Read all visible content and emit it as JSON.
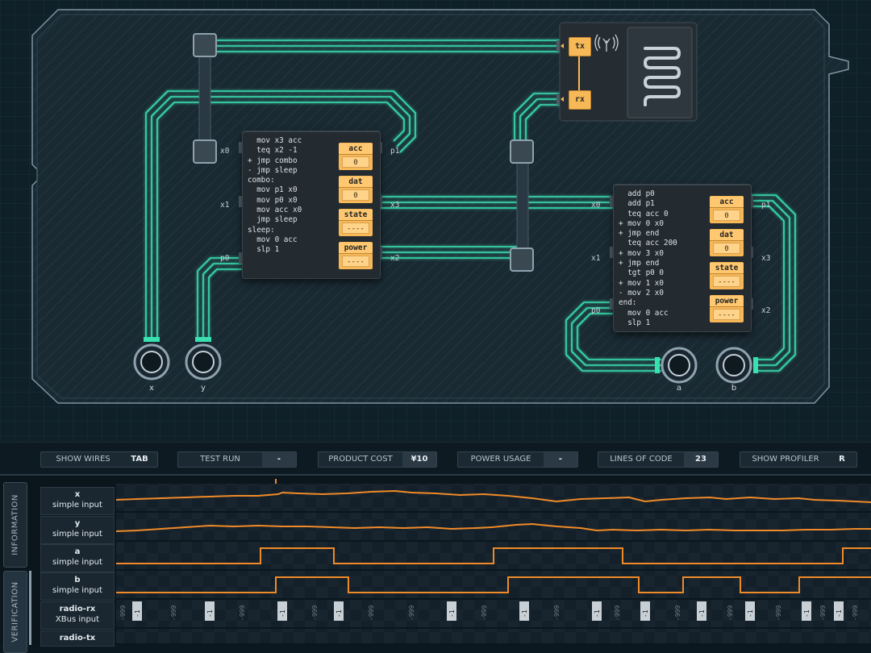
{
  "chips": {
    "left": {
      "code": [
        "  mov x3 acc",
        "  teq x2 -1",
        "+ jmp combo",
        "- jmp sleep",
        "combo:",
        "  mov p1 x0",
        "  mov p0 x0",
        "  mov acc x0",
        "  jmp sleep",
        "sleep:",
        "  mov 0 acc",
        "  slp 1"
      ],
      "registers": [
        {
          "name": "acc",
          "value": "0"
        },
        {
          "name": "dat",
          "value": "0"
        },
        {
          "name": "state",
          "value": "----"
        },
        {
          "name": "power",
          "value": "----"
        }
      ],
      "ports": {
        "x0": "x0",
        "x1": "x1",
        "p0": "p0",
        "p1": "p1",
        "x3": "x3",
        "x2": "x2"
      }
    },
    "right": {
      "code": [
        "  add p0",
        "  add p1",
        "  teq acc 0",
        "+ mov 0 x0",
        "+ jmp end",
        "  teq acc 200",
        "+ mov 3 x0",
        "+ jmp end",
        "  tgt p0 0",
        "+ mov 1 x0",
        "- mov 2 x0",
        "end:",
        "  mov 0 acc",
        "  slp 1"
      ],
      "registers": [
        {
          "name": "acc",
          "value": "0"
        },
        {
          "name": "dat",
          "value": "0"
        },
        {
          "name": "state",
          "value": "----"
        },
        {
          "name": "power",
          "value": "----"
        }
      ],
      "ports": {
        "x0": "x0",
        "x1": "x1",
        "p0": "p0",
        "p1": "p1",
        "x3": "x3",
        "x2": "x2"
      }
    }
  },
  "radio": {
    "tx": "tx",
    "rx": "rx"
  },
  "pins": {
    "x": "x",
    "y": "y",
    "a": "a",
    "b": "b"
  },
  "toolbar": {
    "show_wires": {
      "label": "SHOW WIRES",
      "value": "TAB"
    },
    "test_run": {
      "label": "TEST RUN",
      "value": "-"
    },
    "product_cost": {
      "label": "PRODUCT COST",
      "value": "¥10"
    },
    "power_usage": {
      "label": "POWER USAGE",
      "value": "-"
    },
    "lines_of_code": {
      "label": "LINES OF CODE",
      "value": "23"
    },
    "show_profiler": {
      "label": "SHOW PROFILER",
      "value": "R"
    }
  },
  "side_tabs": {
    "information": "INFORMATION",
    "verification": "VERIFICATION"
  },
  "signals": [
    {
      "name": "x",
      "type": "simple input"
    },
    {
      "name": "y",
      "type": "simple input"
    },
    {
      "name": "a",
      "type": "simple input"
    },
    {
      "name": "b",
      "type": "simple input"
    },
    {
      "name": "radio-rx",
      "type": "XBus input",
      "values": [
        "-999",
        "-1",
        "-999",
        "-1",
        "-999",
        "-1",
        "-999",
        "-1",
        "-999",
        "-999",
        "-1",
        "-999",
        "-1",
        "-999",
        "-1",
        "-999",
        "-1",
        "-999",
        "-1",
        "-999",
        "-1",
        "-999",
        "-1",
        "-999",
        "-1",
        "-999"
      ]
    },
    {
      "name": "radio-tx",
      "type": ""
    }
  ],
  "colors": {
    "wire": "#39e0b0",
    "signal": "#f08a28",
    "register": "#f7b857",
    "accent_marker": "#f08a28"
  }
}
